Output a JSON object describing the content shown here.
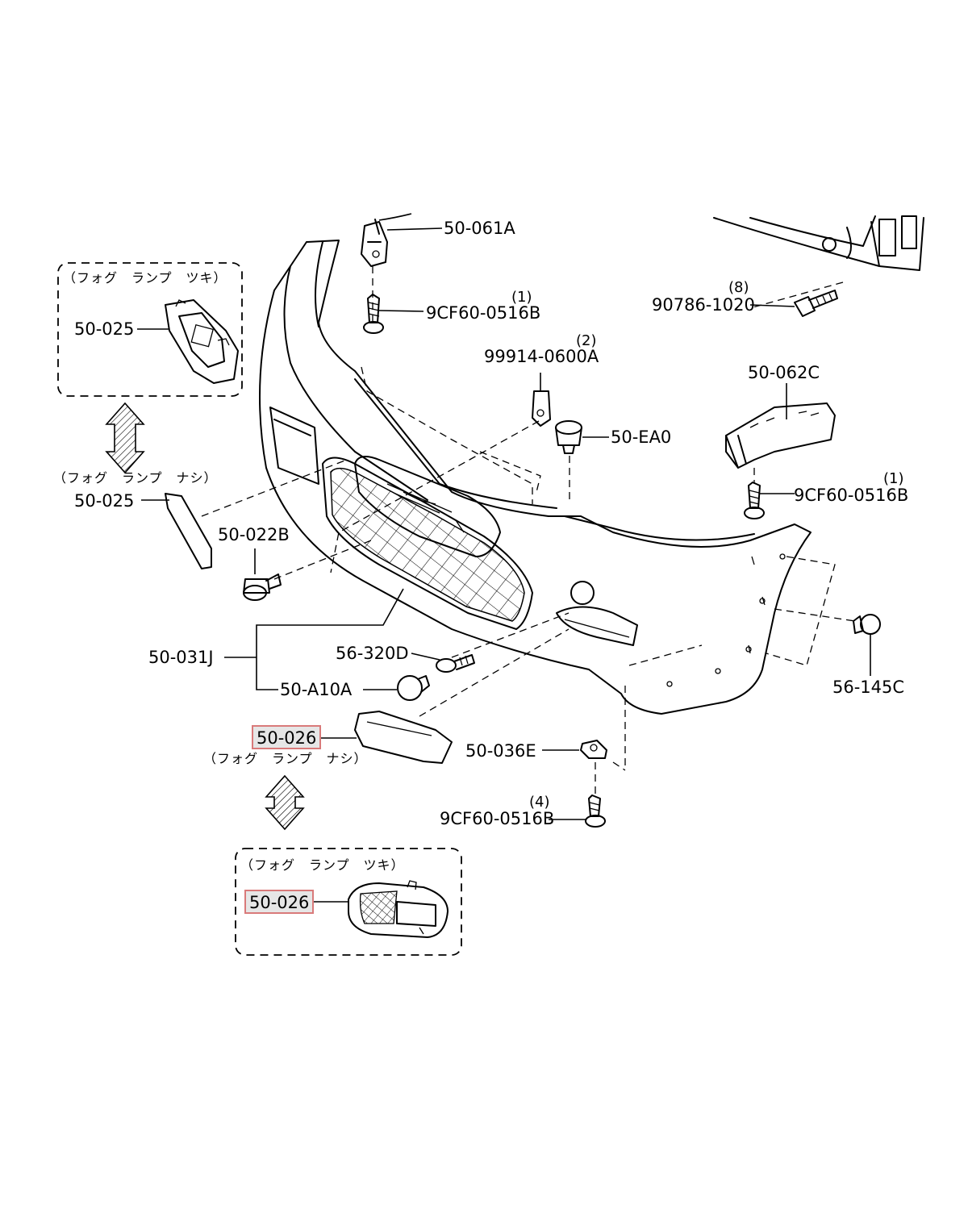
{
  "labels": {
    "p_50_061A": "50-061A",
    "p_9CF60_top": "9CF60-0516B",
    "q_9CF60_top": "(1)",
    "p_99914": "99914-0600A",
    "q_99914": "(2)",
    "p_50_EA0": "50-EA0",
    "p_90786": "90786-1020",
    "q_90786": "(8)",
    "p_50_062C": "50-062C",
    "p_9CF60_right": "9CF60-0516B",
    "q_9CF60_right": "(1)",
    "p_50_025_top": "50-025",
    "p_50_025_mid": "50-025",
    "p_50_022B": "50-022B",
    "p_50_031J": "50-031J",
    "p_56_320D": "56-320D",
    "p_50_A10A": "50-A10A",
    "p_56_145C": "56-145C",
    "p_50_026_mid": "50-026",
    "p_50_036E": "50-036E",
    "p_9CF60_bottom": "9CF60-0516B",
    "q_9CF60_bottom": "(4)",
    "p_50_026_bottom": "50-026"
  },
  "notes": {
    "fog_lamp_with_top": "（フォグ　ランプ　ツキ）",
    "fog_lamp_without_top": "（フォグ　ランプ　ナシ）",
    "fog_lamp_without_mid": "（フォグ　ランプ　ナシ）",
    "fog_lamp_with_bottom": "（フォグ　ランプ　ツキ）"
  },
  "highlight": {
    "parts": [
      "50-026"
    ],
    "color": "#d97a7a"
  }
}
